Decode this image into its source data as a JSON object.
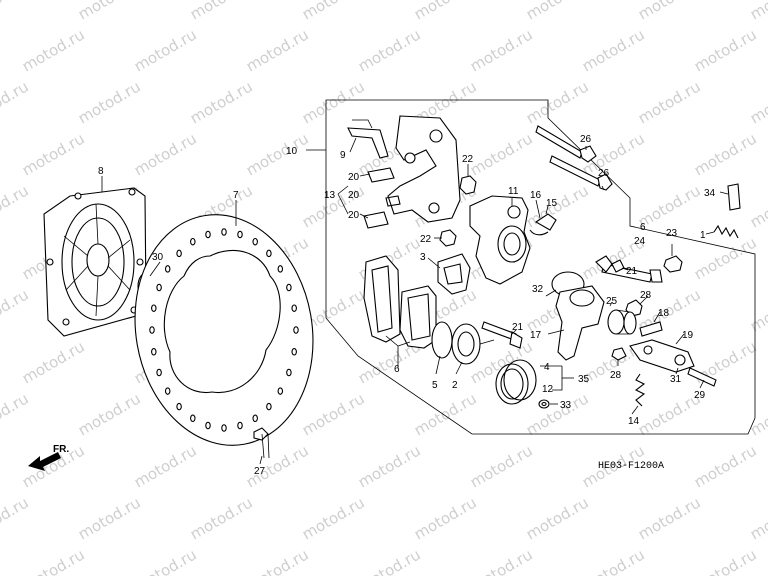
{
  "watermark": "motod.ru",
  "colors": {
    "line": "#000000",
    "watermark": "#cfcfcf",
    "background": "#ffffff"
  },
  "drawing_code": "HE03-F1200A",
  "direction_label": "FR.",
  "callouts": {
    "c1": "1",
    "c2": "2",
    "c3": "3",
    "c4": "4",
    "c5": "5",
    "c6a": "6",
    "c6b": "6",
    "c7": "7",
    "c8": "8",
    "c9": "9",
    "c10": "10",
    "c11": "11",
    "c12": "12",
    "c13": "13",
    "c14": "14",
    "c15": "15",
    "c16": "16",
    "c17": "17",
    "c18": "18",
    "c19": "19",
    "c20a": "20",
    "c20b": "20",
    "c20c": "20",
    "c21a": "21",
    "c21b": "21",
    "c22a": "22",
    "c22b": "22",
    "c23": "23",
    "c24": "24",
    "c25": "25",
    "c26a": "26",
    "c26b": "26",
    "c27": "27",
    "c28a": "28",
    "c28b": "28",
    "c29": "29",
    "c30": "30",
    "c31": "31",
    "c32": "32",
    "c33": "33",
    "c34": "34",
    "c35": "35"
  }
}
